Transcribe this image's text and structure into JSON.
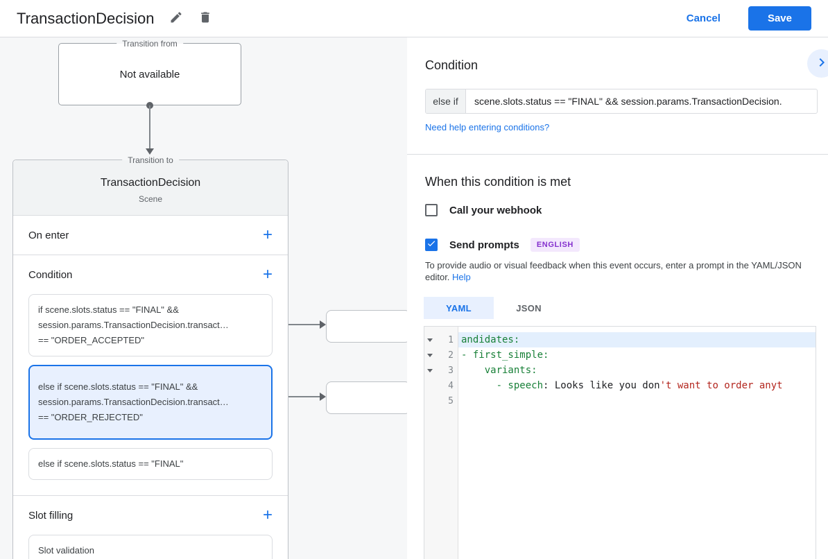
{
  "header": {
    "title": "TransactionDecision",
    "cancel_label": "Cancel",
    "save_label": "Save"
  },
  "canvas": {
    "transition_from": {
      "legend": "Transition from",
      "value": "Not available"
    },
    "scene": {
      "legend": "Transition to",
      "title": "TransactionDecision",
      "subtitle": "Scene",
      "add_icon": "+",
      "on_enter_label": "On enter",
      "condition_label": "Condition",
      "slot_filling_label": "Slot filling",
      "condition_cards": [
        {
          "line1": "if scene.slots.status == \"FINAL\" &&",
          "line2": "session.params.TransactionDecision.transact…",
          "line3": "== \"ORDER_ACCEPTED\""
        },
        {
          "line1": "else if scene.slots.status == \"FINAL\" &&",
          "line2": "session.params.TransactionDecision.transact…",
          "line3": "== \"ORDER_REJECTED\""
        },
        {
          "line1": "else if scene.slots.status == \"FINAL\""
        }
      ],
      "slot_cards": [
        {
          "label": "Slot validation"
        }
      ]
    }
  },
  "panel": {
    "condition_heading": "Condition",
    "condition_prefix": "else if",
    "condition_value": "scene.slots.status == \"FINAL\" && session.params.TransactionDecision.",
    "help_link": "Need help entering conditions?",
    "met_heading": "When this condition is met",
    "webhook_label": "Call your webhook",
    "prompts_label": "Send prompts",
    "language_badge": "ENGLISH",
    "hint_text": "To provide audio or visual feedback when this event occurs, enter a prompt in the YAML/JSON editor.",
    "hint_help_link": "Help",
    "tabs": {
      "yaml": "YAML",
      "json": "JSON"
    },
    "colors": {
      "accent": "#1a73e8",
      "selected_bg": "#e8f0fe",
      "key_green": "#188038",
      "string_red": "#b3261e"
    }
  },
  "editor": {
    "line_numbers": [
      "1",
      "2",
      "3",
      "4",
      "5"
    ],
    "line1": "andidates:",
    "line2": "- first_simple:",
    "line3": "    variants:",
    "line4_key": "      - speech",
    "line4_sep": ": ",
    "line4_plain": "Looks like you don",
    "line4_string": "'t want to order anyt"
  }
}
